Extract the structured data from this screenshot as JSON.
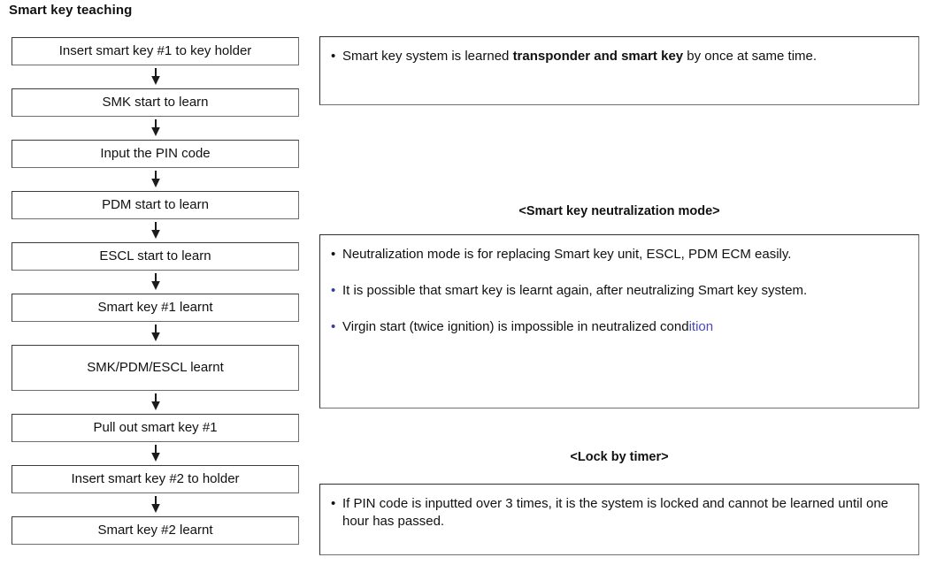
{
  "page": {
    "title": "Smart key teaching"
  },
  "flowchart": {
    "name": "smart-key-teaching-flow",
    "arrow_icon": "arrow-down-icon",
    "steps": [
      {
        "label": "Insert smart key #1 to key holder",
        "lines": 1
      },
      {
        "label": "SMK start to learn",
        "lines": 1
      },
      {
        "label": "Input the PIN code",
        "lines": 1
      },
      {
        "label": "PDM start to learn",
        "lines": 1
      },
      {
        "label": "ESCL start to learn",
        "lines": 1
      },
      {
        "label": "Smart key #1 learnt",
        "lines": 1
      },
      {
        "label": "SMK/PDM/ESCL learnt",
        "lines": 2
      },
      {
        "label": "Pull out smart key #1",
        "lines": 1
      },
      {
        "label": "Insert smart key #2 to holder",
        "lines": 1
      },
      {
        "label": "Smart key #2 learnt",
        "lines": 1
      }
    ]
  },
  "notes": {
    "top_box": {
      "bullets": [
        {
          "marker": "bullet-black",
          "pre": "Smart key system is learned ",
          "bold": "transponder and smart key",
          "post": " by once at same  time."
        }
      ]
    },
    "neutralization": {
      "heading": "<Smart key neutralization mode>",
      "bullets": [
        {
          "marker": "bullet-black",
          "text": "Neutralization mode is for replacing Smart key unit, ESCL, PDM ECM easily."
        },
        {
          "marker": "bullet-blue",
          "text": "It is possible that smart key is learnt again, after neutralizing Smart key system."
        },
        {
          "marker": "bullet-blue",
          "pre": "Virgin start (twice ignition) is impossible in neutralized cond",
          "colored": "ition",
          "colored_hex": "#4a4ab8"
        }
      ]
    },
    "lock_by_timer": {
      "heading": "<Lock by timer>",
      "bullets": [
        {
          "marker": "bullet-black",
          "text": "If PIN code is inputted over 3 times, it is the system is locked and cannot be learned until one hour has passed."
        }
      ]
    }
  },
  "symbols": {
    "bullet_glyph": "•"
  },
  "colors": {
    "text": "#111111",
    "box_border": "#3a3a3a",
    "bullet_blue": "#3b3b9e",
    "accent_blue_text": "#4a4ab8",
    "background": "#ffffff"
  }
}
